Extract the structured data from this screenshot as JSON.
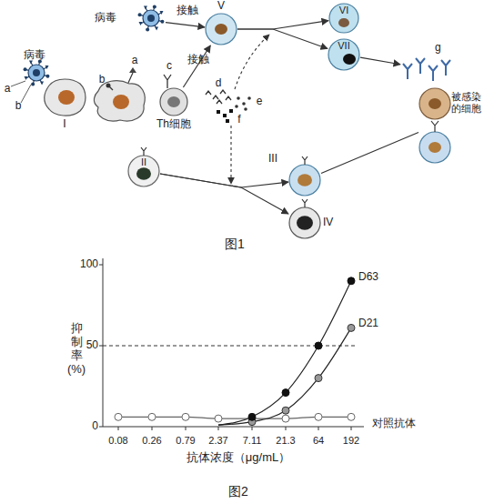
{
  "diagram": {
    "nodes": [
      {
        "text": [
          "病毒"
        ]
      },
      {
        "text": [
          "V"
        ]
      },
      {
        "text": [
          "VI"
        ]
      },
      {
        "text": [
          "VII"
        ]
      },
      {
        "text": [
          "g"
        ]
      },
      {
        "text": [
          "病毒"
        ]
      },
      {
        "text": [
          "I"
        ]
      },
      {
        "text": [
          "Th细胞"
        ]
      },
      {
        "text": [
          "被感染的细胞"
        ]
      },
      {
        "text": [
          "II"
        ]
      },
      {
        "text": [
          "III"
        ]
      },
      {
        "text": [
          "IV"
        ]
      }
    ],
    "edges": [
      {
        "from": 0,
        "to": 1,
        "arrow": "to",
        "label": "接触"
      },
      {
        "from": 7,
        "to": 1,
        "arrow": "to",
        "label": "接触"
      },
      {
        "from": 1,
        "to": 2,
        "arrow": "to"
      },
      {
        "from": 1,
        "to": 3,
        "arrow": "to"
      },
      {
        "from": 3,
        "to": 4,
        "arrow": "to"
      },
      {
        "from": 9,
        "to": 10,
        "arrow": "to"
      },
      {
        "from": 9,
        "to": 11,
        "arrow": "to"
      },
      {
        "from": 10,
        "to": 8,
        "arrow": "none"
      }
    ],
    "labels": [
      "a",
      "b",
      "a",
      "b",
      "c",
      "d",
      "e",
      "f",
      "图1",
      "100",
      "50",
      "0",
      "0.08",
      "0.26",
      "0.79",
      "2.37",
      "7.11",
      "21.3",
      "64",
      "192",
      "抑制率 (%)",
      "抗体浓度（μg/mL）",
      "D63",
      "D21",
      "对照抗体",
      "图2"
    ]
  }
}
